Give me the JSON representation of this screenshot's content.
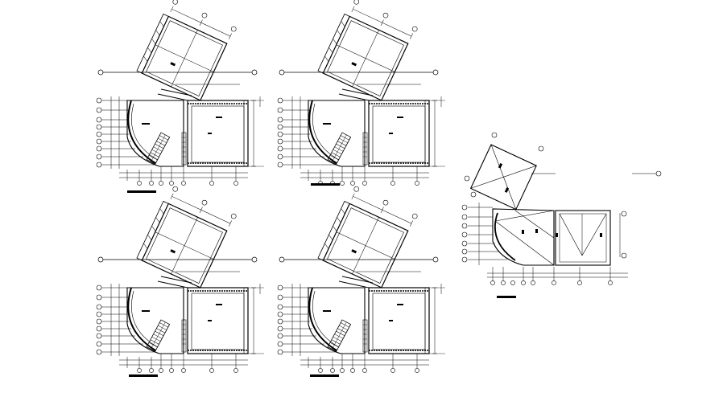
{
  "drawing": {
    "background": "#ffffff",
    "ink": "#000000",
    "plans": [
      {
        "id": "plan-1",
        "caption": ""
      },
      {
        "id": "plan-2",
        "caption": ""
      },
      {
        "id": "plan-3",
        "caption": ""
      },
      {
        "id": "plan-4",
        "caption": ""
      },
      {
        "id": "roof-plan",
        "caption": ""
      }
    ],
    "grid_bubbles_per_plan": 9,
    "stair_treads_per_flight": 9
  }
}
